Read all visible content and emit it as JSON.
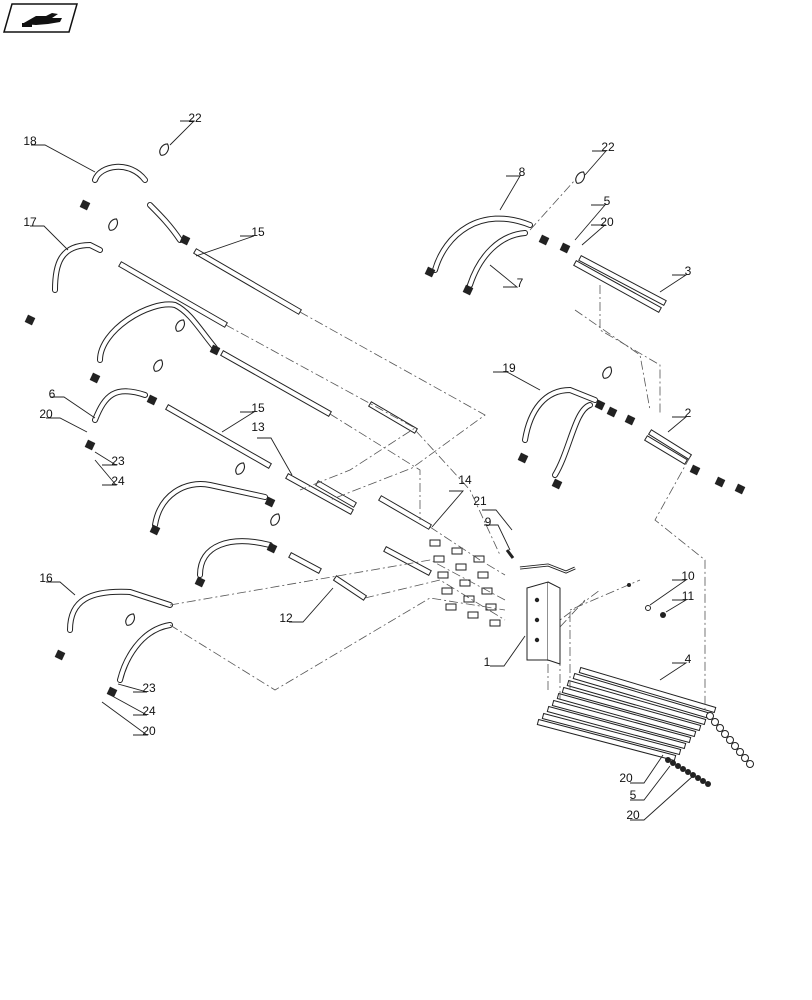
{
  "diagram": {
    "callouts": [
      "18",
      "22",
      "17",
      "15",
      "8",
      "22",
      "5",
      "20",
      "3",
      "7",
      "6",
      "20",
      "23",
      "24",
      "19",
      "2",
      "15",
      "13",
      "14",
      "21",
      "9",
      "16",
      "12",
      "1",
      "10",
      "11",
      "4",
      "20",
      "23",
      "24",
      "20",
      "5",
      "20"
    ]
  },
  "icons": {
    "corner_badge": "hand-pointer-icon"
  },
  "colors": {
    "line": "#222222",
    "background": "#ffffff"
  }
}
